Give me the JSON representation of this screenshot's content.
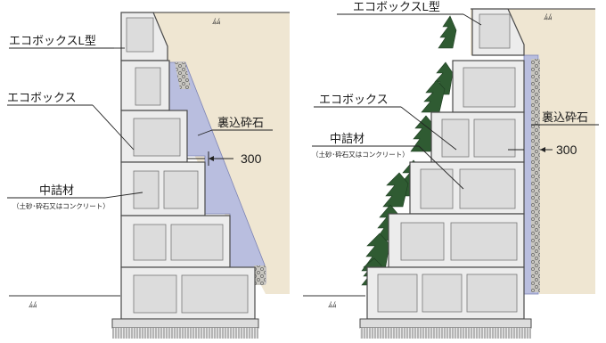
{
  "left_panel": {
    "label_l_type": "エコボックスL型",
    "label_ecobox": "エコボックス",
    "label_backfill": "裏込砕石",
    "label_infill": "中詰材",
    "label_infill_note": "（土砂･砕石又はコンクリート）",
    "dimension": "300"
  },
  "right_panel": {
    "label_l_type": "エコボックスL型",
    "label_ecobox": "エコボックス",
    "label_backfill": "裏込砕石",
    "label_infill": "中詰材",
    "label_infill_note": "（土砂･砕石又はコンクリート）",
    "dimension": "300"
  },
  "ground_symbol": "ﾑﾑ",
  "colors": {
    "block_fill": "#ececec",
    "block_inner": "#dcdcdc",
    "block_stroke": "#4a4a4a",
    "backfill": "#b9bedf",
    "soil": "#efe6d2",
    "plant": "#2f5b32"
  }
}
